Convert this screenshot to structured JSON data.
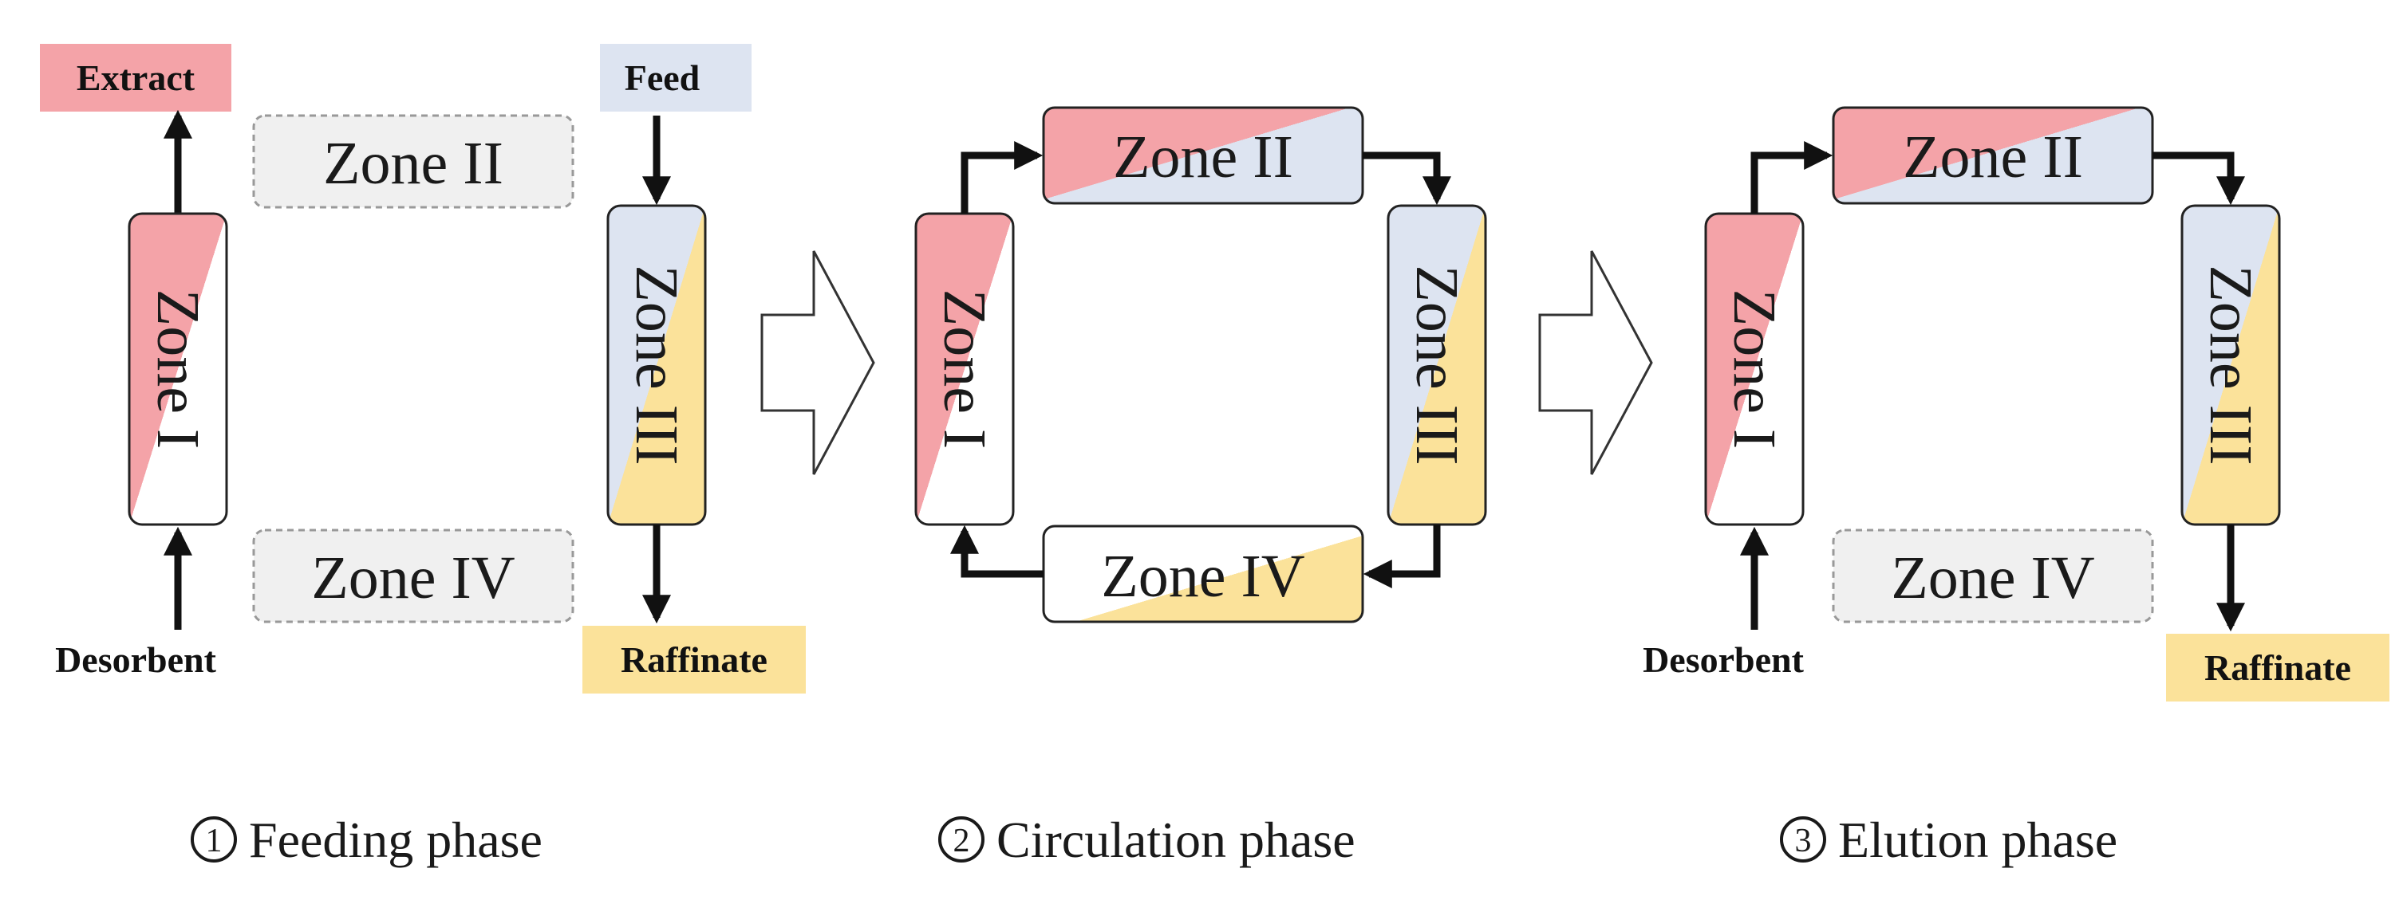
{
  "colors": {
    "red": "#f4a3a8",
    "blue": "#dde4f1",
    "yellow": "#fbe29a",
    "gray": "#f0f0f0"
  },
  "zones": {
    "zone1": "Zone I",
    "zone2": "Zone II",
    "zone3": "Zone III",
    "zone4": "Zone IV"
  },
  "labels": {
    "extract": "Extract",
    "feed": "Feed",
    "desorbent": "Desorbent",
    "raffinate": "Raffinate"
  },
  "phases": [
    {
      "number": "1",
      "name": "Feeding phase"
    },
    {
      "number": "2",
      "name": "Circulation phase"
    },
    {
      "number": "3",
      "name": "Elution phase"
    }
  ]
}
